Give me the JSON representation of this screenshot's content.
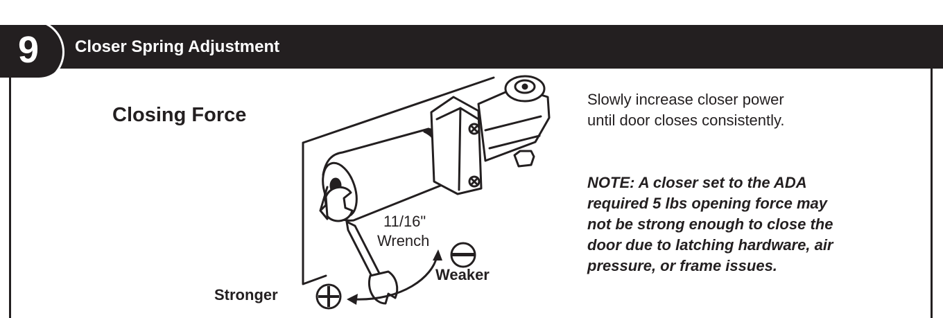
{
  "header": {
    "step_number": "9",
    "title": "Closer Spring Adjustment"
  },
  "diagram": {
    "heading": "Closing Force",
    "wrench_size": "11/16\"",
    "wrench_word": "Wrench",
    "stronger_label": "Stronger",
    "weaker_label": "Weaker",
    "icons": [
      "plus-icon",
      "minus-icon",
      "door-closer-icon",
      "wrench-icon",
      "curved-arrow-icon"
    ]
  },
  "instructions": {
    "text": "Slowly increase closer power until door closes consistently.",
    "note": "NOTE: A closer set to the ADA required 5 lbs opening force may not be strong enough to close the door due to latching hardware, air pressure, or frame issues."
  },
  "colors": {
    "primary": "#231f20",
    "background": "#ffffff"
  }
}
